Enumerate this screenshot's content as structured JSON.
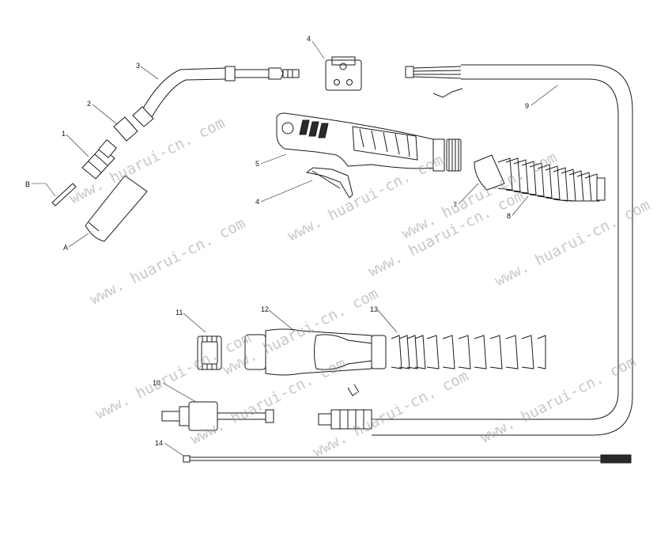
{
  "labels": {
    "A": "A",
    "B": "B",
    "p1": "1",
    "p2": "2",
    "p3": "3",
    "p4a": "4",
    "p4b": "4",
    "p5": "5",
    "p7": "7",
    "p8": "8",
    "p9": "9",
    "p10": "10",
    "p11": "11",
    "p12": "12",
    "p13": "13",
    "p14": "14"
  },
  "watermark": "www. huarui-cn. com",
  "colors": {
    "line": "#1a1a1a",
    "watermark": "#9a9a9a",
    "background": "#ffffff"
  }
}
